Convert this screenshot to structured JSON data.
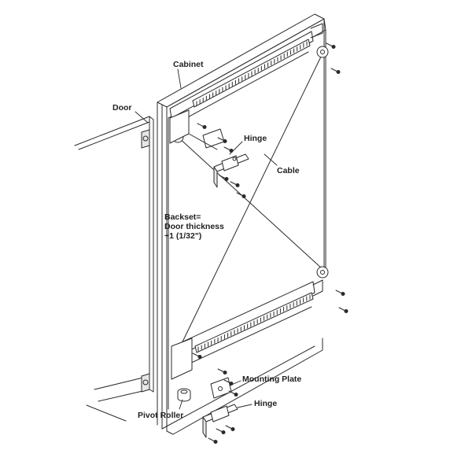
{
  "labels": {
    "cabinet": "Cabinet",
    "door": "Door",
    "hinge_top": "Hinge",
    "cable": "Cable",
    "backset_line1": "Backset=",
    "backset_line2": "Door thickness",
    "backset_line3": "+1 (1/32\")",
    "mounting_plate": "Mounting Plate",
    "hinge_bottom": "Hinge",
    "pivot_roller": "Pivot Roller"
  },
  "colors": {
    "line": "#2a2a2a",
    "fill": "#ffffff",
    "shade": "#e6e6e6"
  }
}
